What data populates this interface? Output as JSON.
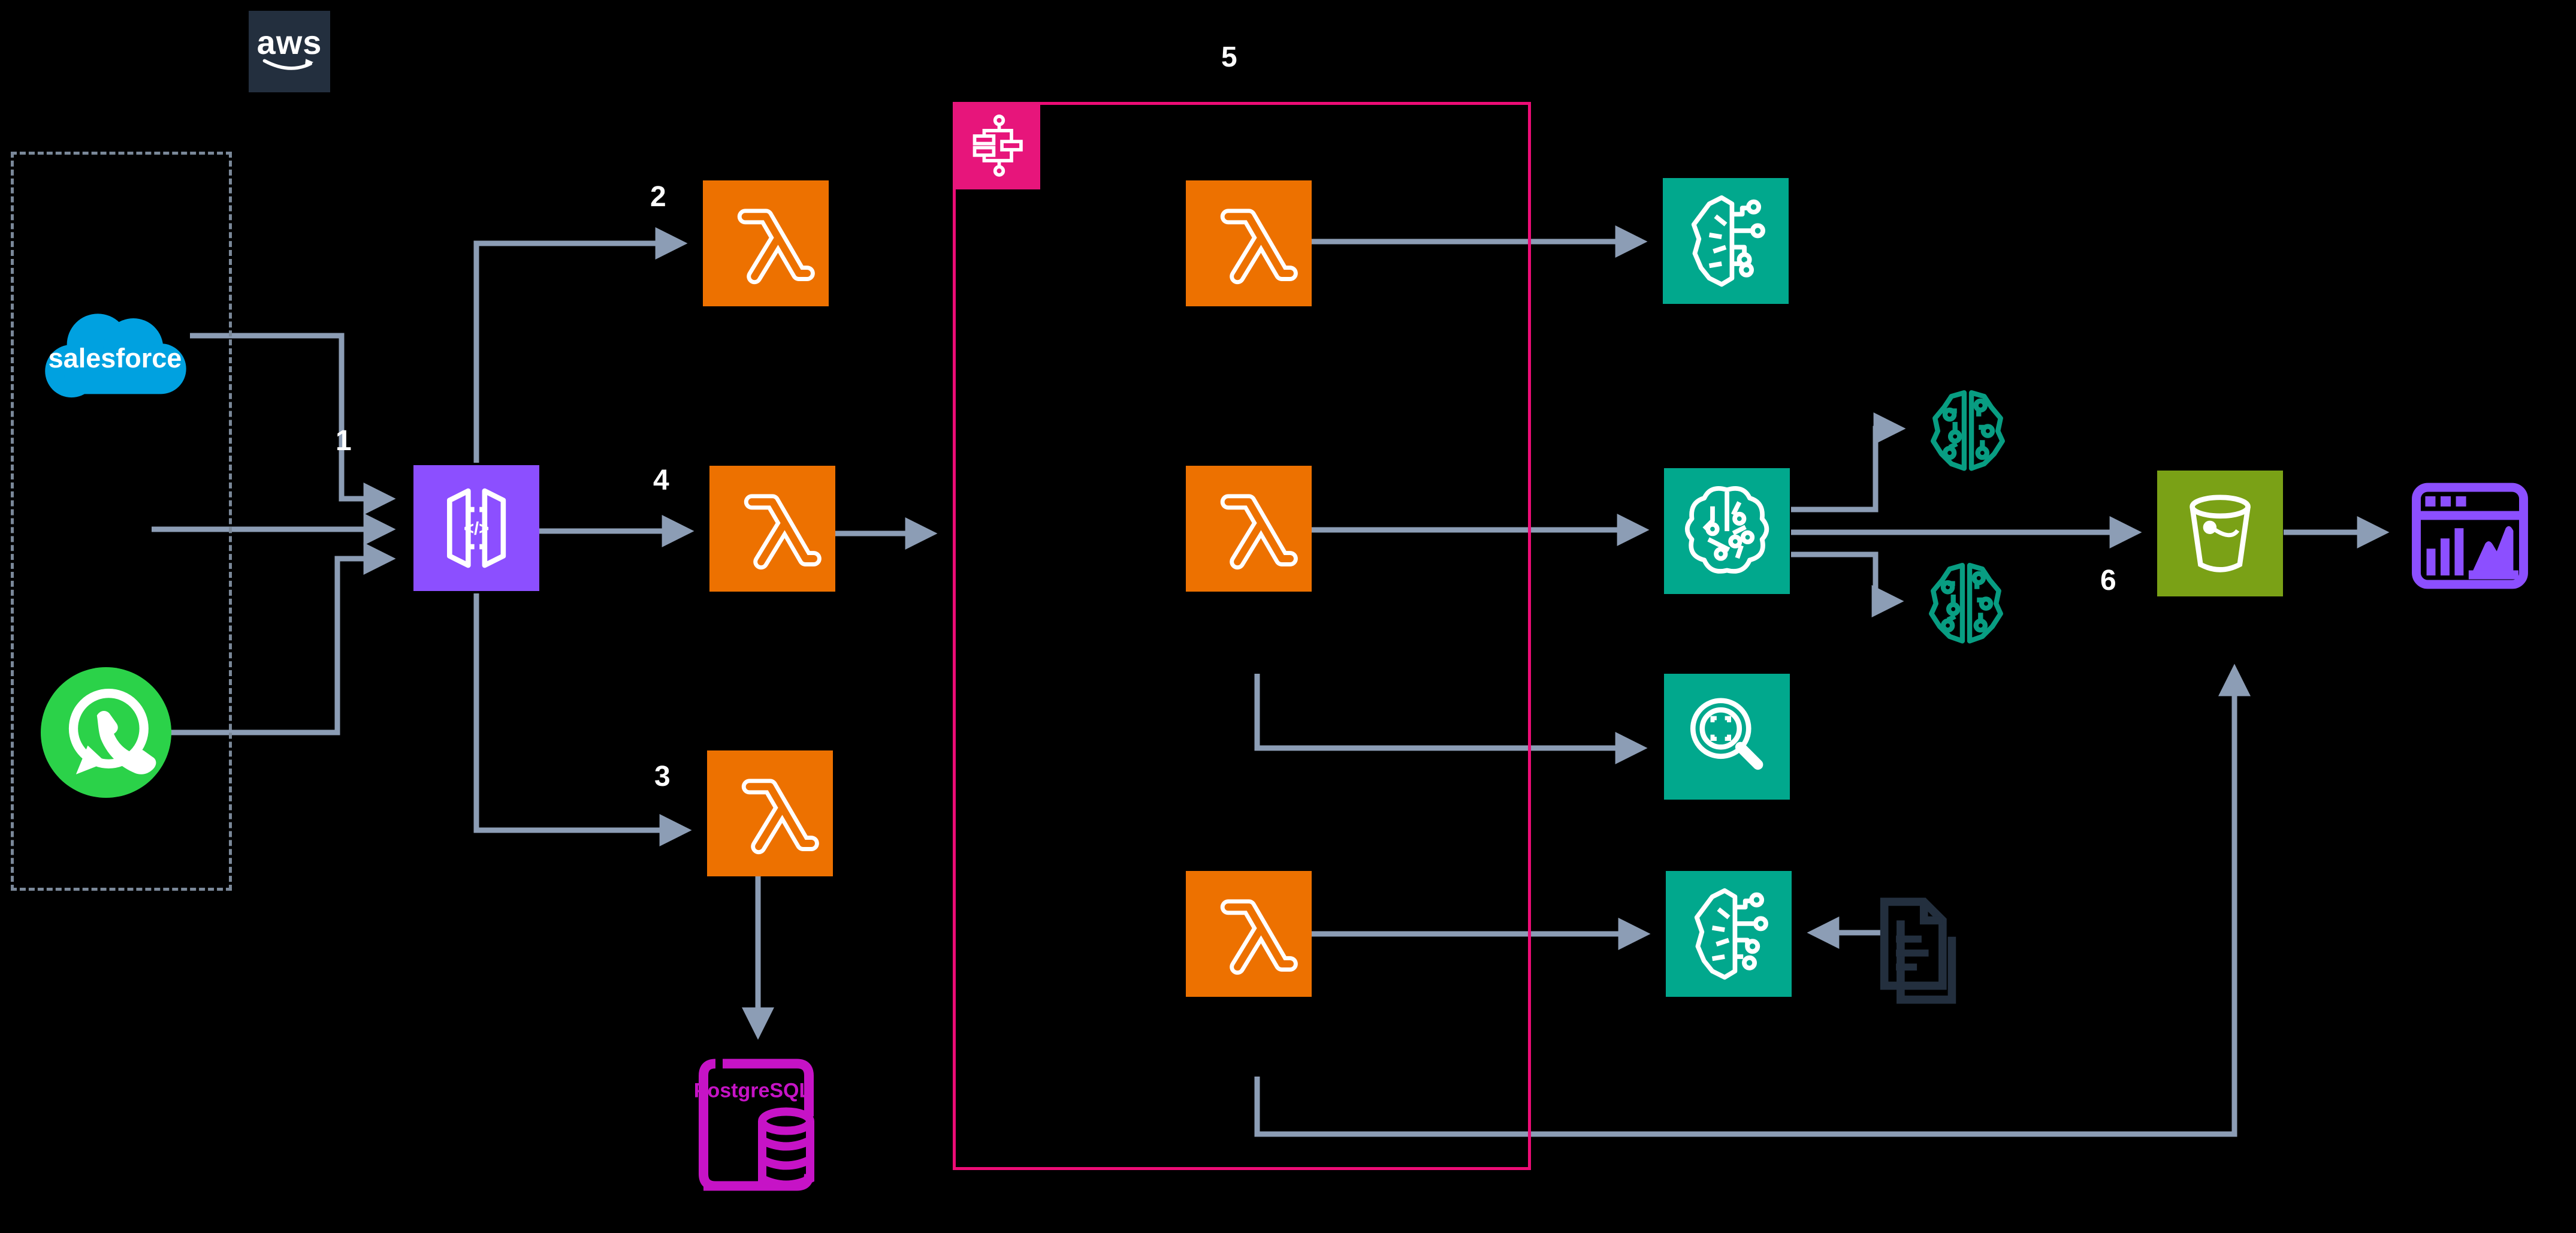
{
  "colors": {
    "bg": "#000000",
    "line": "#8C9DB5",
    "dashed": "#7A8899",
    "label": "#FFFFFF",
    "aws_square": "#232F3E",
    "salesforce": "#00A1E0",
    "whatsapp": "#2BD249",
    "api_gateway": "#8C4FFF",
    "lambda": "#ED7100",
    "stepfn_badge": "#E7157B",
    "stepfn_border": "#ED0C76",
    "ai_teal": "#01A88D",
    "model_teal": "#089D82",
    "s3_green": "#7AA116",
    "quicksight": "#8C4FFF",
    "postgres": "#C613C6",
    "docs": "#232F3E"
  },
  "diagram": {
    "aws_logo_text": "aws",
    "salesforce_text": "salesforce",
    "postgresql_text": "PostgreSQL",
    "api_gateway_glyph_text": "</>",
    "step_labels": {
      "s1": "1",
      "s2": "2",
      "s3": "3",
      "s4": "4",
      "s5": "5",
      "s6": "6"
    }
  }
}
